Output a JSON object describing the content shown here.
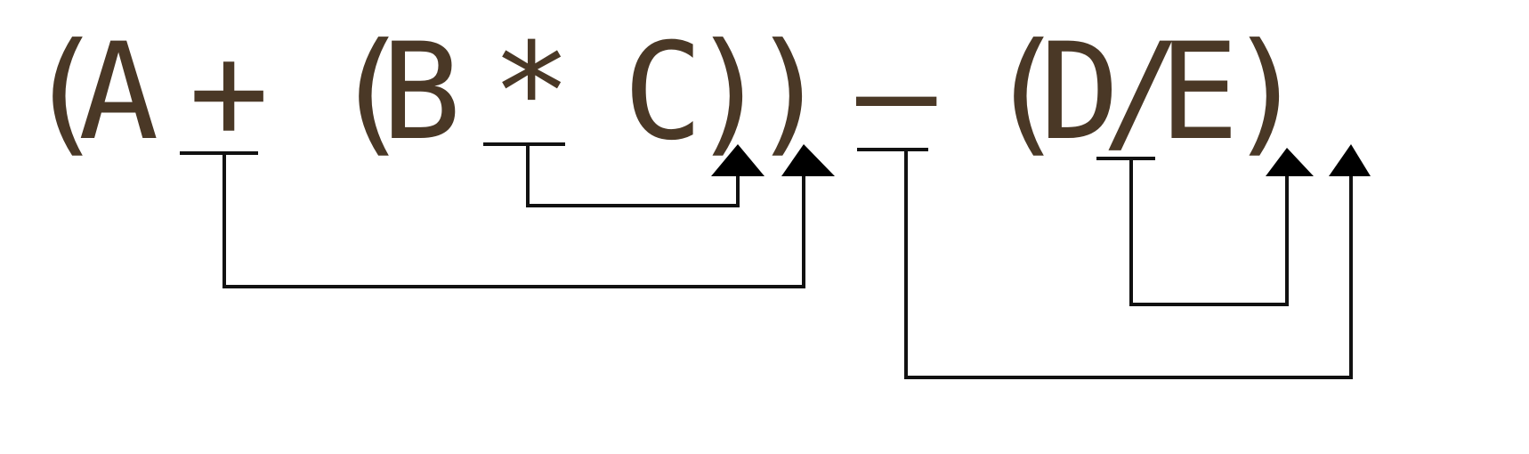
{
  "expression": {
    "tokens": [
      "(",
      "A",
      "+",
      "(",
      "B",
      "*",
      "C",
      ")",
      ")",
      "–",
      "(",
      "D",
      "/",
      "E",
      ")"
    ]
  },
  "colors": {
    "text": "#4a3826",
    "lines": "#111111",
    "background": "#ffffff"
  }
}
